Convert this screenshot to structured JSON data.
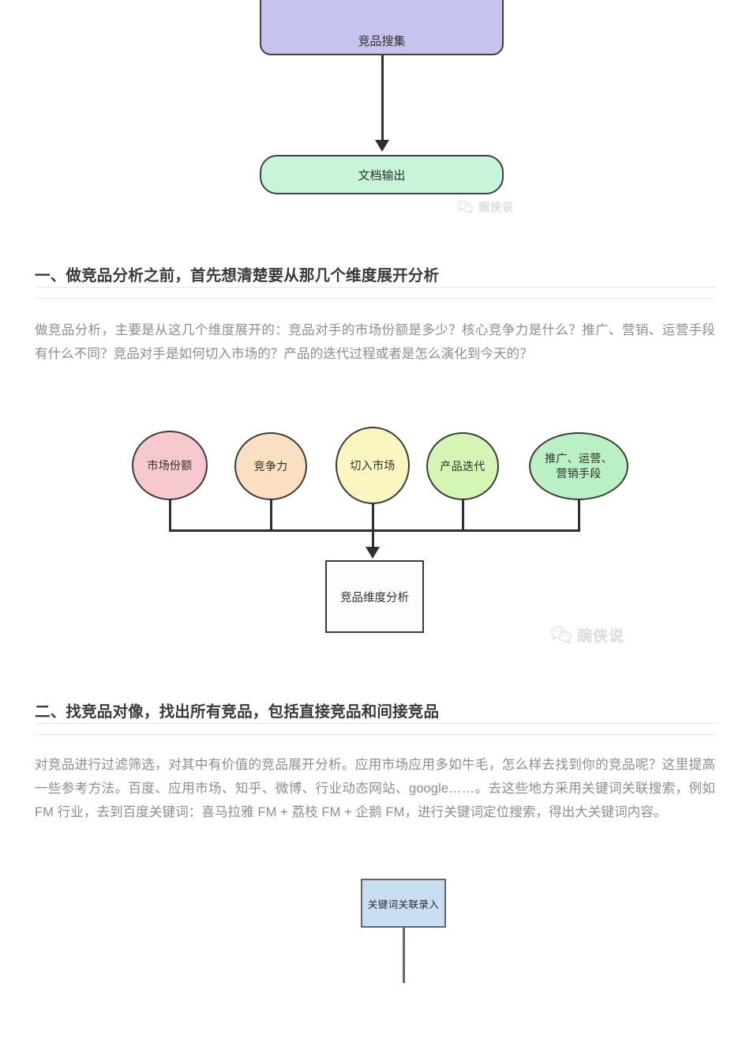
{
  "document": {
    "watermark": {
      "icon": "wechat-icon",
      "text": "豌侠说"
    }
  },
  "diagram_top": {
    "name": "competitor-research-flow-fragment",
    "nodes": [
      {
        "id": "collect",
        "label": "竞品搜集",
        "shape": "rounded-rect",
        "fill": "#c6c4ef",
        "clipped": true
      },
      {
        "id": "output",
        "label": "文档输出",
        "shape": "stadium",
        "fill": "#c8f5d9",
        "clipped": false
      }
    ],
    "edges": [
      {
        "from": "collect",
        "to": "output",
        "type": "arrow-down"
      }
    ]
  },
  "section_one": {
    "heading": "一、做竞品分析之前，首先想清楚要从那几个维度展开分析",
    "paragraph": "做竞品分析，主要是从这几个维度展开的：竞品对手的市场份额是多少？核心竞争力是什么？推广、营销、运营手段有什么不同？竞品对手是如何切入市场的？产品的迭代过程或者是怎么演化到今天的？"
  },
  "diagram_circles": {
    "name": "competitor-dimension-diagram",
    "circles": [
      {
        "label": "市场份额",
        "fill": "#f7c9cf"
      },
      {
        "label": "竞争力",
        "fill": "#fbdfc3"
      },
      {
        "label": "切入市场",
        "fill": "#fbf6bf"
      },
      {
        "label": "产品迭代",
        "fill": "#d5f5b5"
      },
      {
        "label": "推广、运营、\n营销手段",
        "fill": "#b9f0c4"
      }
    ],
    "result_box": {
      "label": "竞品维度分析",
      "fill": "#fdfdfd"
    }
  },
  "section_two": {
    "heading": "二、找竞品对像，找出所有竞品，包括直接竞品和间接竞品",
    "paragraph_1": "对竞品进行过滤筛选，对其中有价值的竞品展开分析。应用市场应用多如牛毛，怎么样去找到你的竞品呢？这里提高一些参考方法。百度、应用市场、知乎、微博、行业动态网站、google……。去这些地方采用关键词关联搜索，例如 FM 行业，去到百度关键词：喜马拉雅 FM + 荔枝 FM + 企鹅 FM，进行关键词定位搜索，得出大关键词内容。"
  },
  "diagram_bottom": {
    "name": "keyword-entry-flow-fragment",
    "nodes": [
      {
        "id": "keyword-entry",
        "label": "关键词关联录入",
        "shape": "rect",
        "fill": "#cadef2"
      }
    ]
  }
}
